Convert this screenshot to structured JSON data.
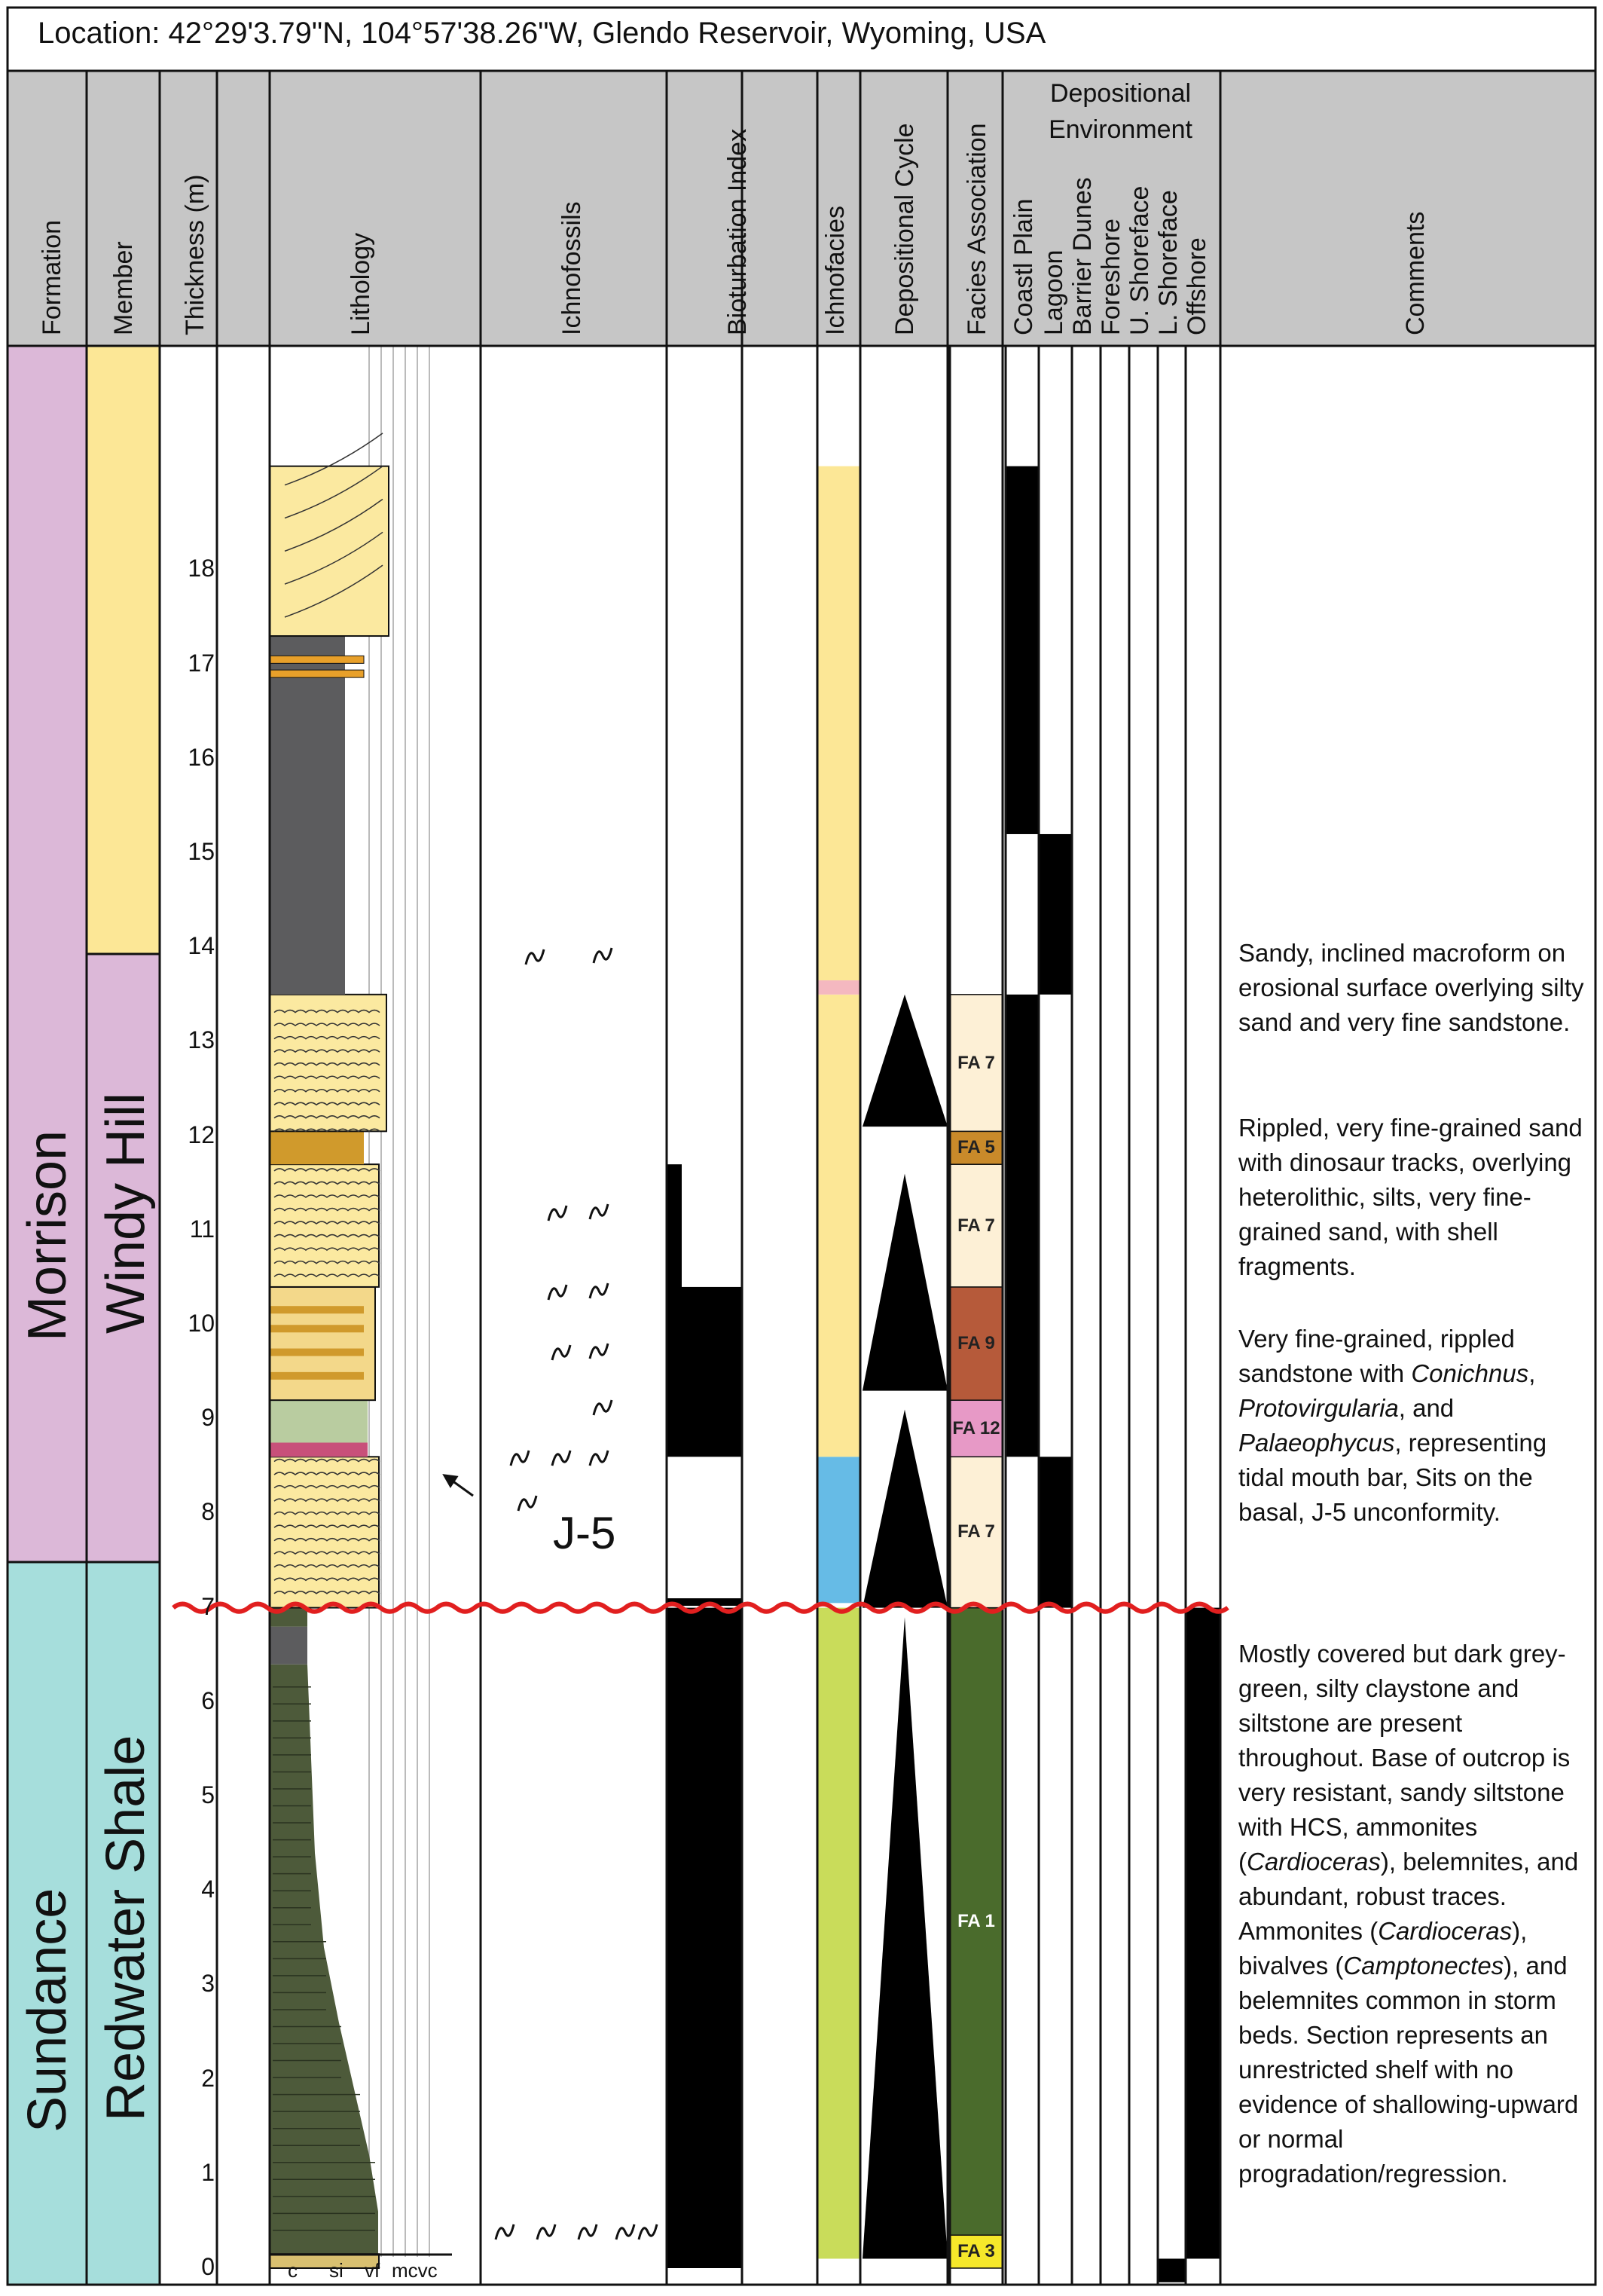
{
  "location": "Location:  42°29'3.79\"N, 104°57'38.26\"W, Glendo Reservoir, Wyoming, USA",
  "headers": {
    "formation": "Formation",
    "member": "Member",
    "thickness": "Thickness (m)",
    "lithology": "Lithology",
    "ichnofossils": "Ichnofossils",
    "bioturbation": "Bioturbation Index",
    "ichnofacies": "Ichnofacies",
    "depositional_cycle": "Depositional Cycle",
    "facies_association": "Facies Association",
    "depositional_environment": "Depositional Environment",
    "env_coastal_plain": "Coastl Plain",
    "env_lagoon": "Lagoon",
    "env_barrier_dunes": "Barrier Dunes",
    "env_foreshore": "Foreshore",
    "env_u_shoreface": "U. Shoreface",
    "env_l_shoreface": "L. Shoreface",
    "env_offshore": "Offshore",
    "comments": "Comments"
  },
  "formations": {
    "upper": "Morrison",
    "lower": "Sundance"
  },
  "members": {
    "upper": "Windy Hill",
    "lower": "Redwater Shale"
  },
  "thickness_ticks": [
    "0",
    "1",
    "2",
    "3",
    "4",
    "5",
    "6",
    "7",
    "8",
    "9",
    "10",
    "11",
    "12",
    "13",
    "14",
    "15",
    "16",
    "17",
    "18"
  ],
  "grain_sizes": [
    "c",
    "si",
    "vf",
    "mcvc"
  ],
  "unconformity_label": "J-5",
  "facies_associations": [
    {
      "label": "FA 3",
      "from": 0,
      "to": 0.35,
      "color": "#f6e82a"
    },
    {
      "label": "FA 1",
      "from": 0.35,
      "to": 7.0,
      "color": "#4a6b2c"
    },
    {
      "label": "FA 7",
      "from": 7.0,
      "to": 8.6,
      "color": "#fdf0d6"
    },
    {
      "label": "FA 12",
      "from": 8.6,
      "to": 9.2,
      "color": "#e799c6"
    },
    {
      "label": "FA 9",
      "from": 9.2,
      "to": 10.4,
      "color": "#b65a3a"
    },
    {
      "label": "FA 7",
      "from": 10.4,
      "to": 11.7,
      "color": "#fdf0d6"
    },
    {
      "label": "FA 5",
      "from": 11.7,
      "to": 12.05,
      "color": "#c98a2a"
    },
    {
      "label": "FA 7",
      "from": 12.05,
      "to": 13.5,
      "color": "#fdf0d6"
    }
  ],
  "comments": {
    "c1": "Sandy, inclined macroform on erosional surface overlying silty sand and very fine sandstone.",
    "c2": "Rippled, very fine-grained sand with dinosaur tracks, overlying heterolithic, silts, very fine-grained sand, with shell fragments.",
    "c3a": "Very fine-grained, rippled sandstone with ",
    "c3b": "Conichnus",
    "c3c": ", ",
    "c3d": "Protovirgularia",
    "c3e": ", and ",
    "c3f": "Palaeophycus",
    "c3g": ", representing tidal mouth bar, Sits on the basal, J-5 unconformity.",
    "c4a": "Mostly covered but dark grey-green, silty claystone and siltstone are present throughout. Base of outcrop is very resistant, sandy siltstone with HCS, ammonites (",
    "c4b": "Cardioceras",
    "c4c": "), belemnites, and abundant, robust traces. Ammonites (",
    "c4d": "Cardioceras",
    "c4e": "), bivalves (",
    "c4f": "Camptonectes",
    "c4g": "), and belemnites common in storm beds. Section represents an unrestricted shelf with no evidence of shallowing-upward or normal progradation/regression."
  },
  "colors": {
    "header_bg": "#c6c6c6",
    "morrison": "#dcb8d8",
    "sundance": "#a6dedc",
    "windy_hill_upper": "#fce796",
    "windy_hill_lower": "#dcb8d8",
    "sand": "#fbe9a0",
    "shale": "#5c5c5e",
    "dark_green": "#4d5a3a",
    "ichno_yellow": "#fce796",
    "ichno_blue": "#66bbe6",
    "ichno_green": "#c9dc5a",
    "ichno_pink": "#f4b8c0",
    "unconformity": "#e11f1f"
  }
}
